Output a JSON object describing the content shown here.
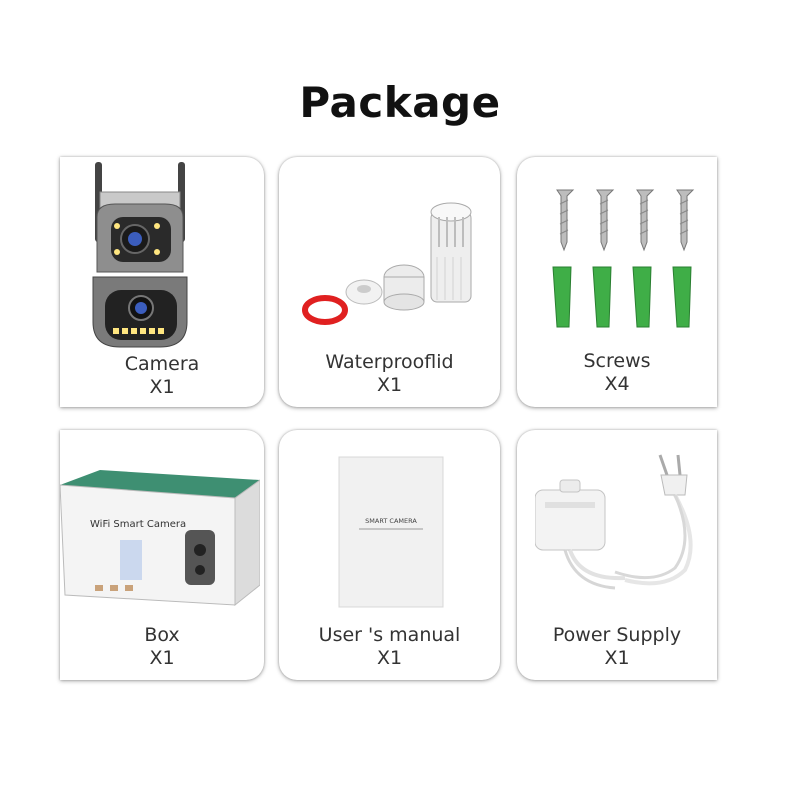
{
  "heading": "Package",
  "items": [
    {
      "label": "Camera",
      "qty": "X1",
      "icon": "camera-icon"
    },
    {
      "label": "Waterprooflid",
      "qty": "X1",
      "icon": "waterproof-lid-icon"
    },
    {
      "label": "Screws",
      "qty": "X4",
      "icon": "screws-icon"
    },
    {
      "label": "Box",
      "qty": "X1",
      "icon": "box-icon"
    },
    {
      "label": "User 's manual",
      "qty": "X1",
      "icon": "manual-icon"
    },
    {
      "label": "Power Supply",
      "qty": "X1",
      "icon": "power-supply-icon"
    }
  ],
  "box_print": {
    "brand": "WiFi Smart Camera"
  },
  "manual_print": {
    "title": "SMART CAMERA"
  },
  "colors": {
    "accent_green": "#3fae47",
    "seal_red": "#e02020",
    "box_top": "#3e8f72"
  }
}
